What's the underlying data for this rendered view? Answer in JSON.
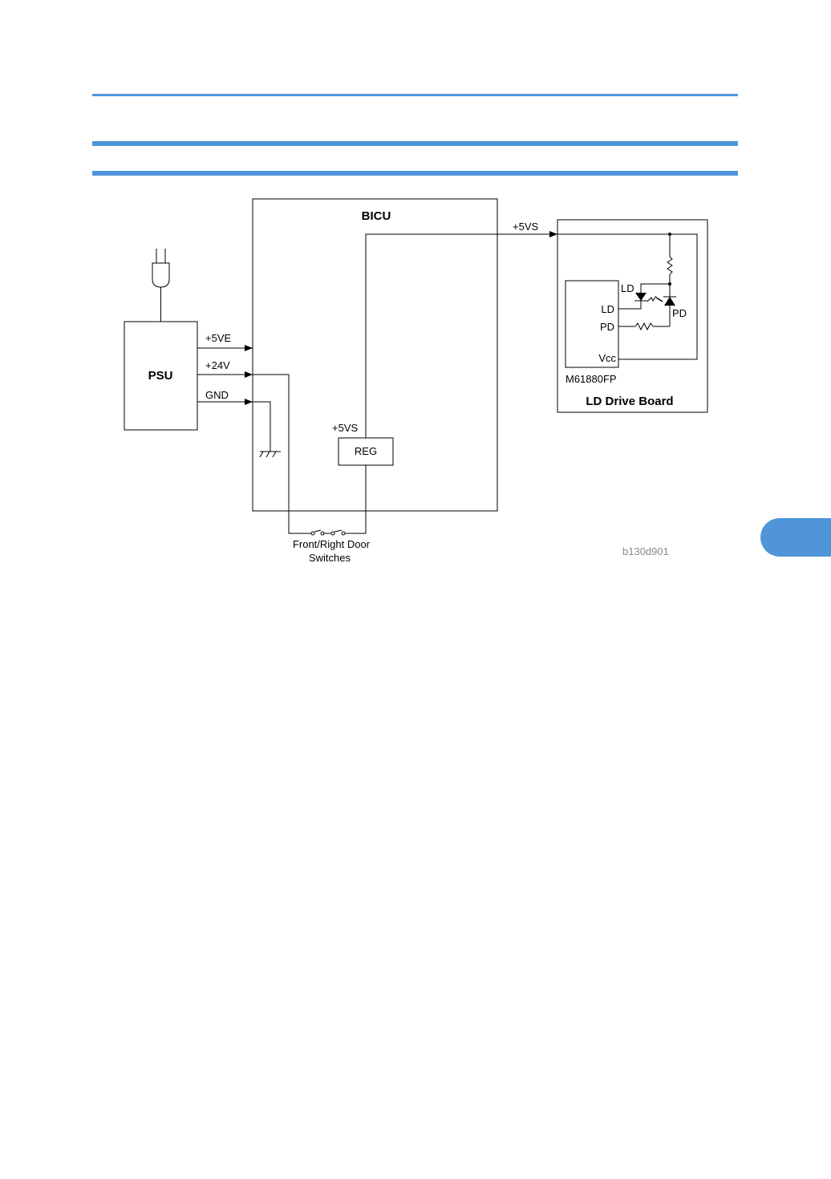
{
  "page": {
    "accent_color": "#4f95d8"
  },
  "diagram": {
    "psu": {
      "title": "PSU",
      "outputs": [
        "+5VE",
        "+24V",
        "GND"
      ]
    },
    "bicu": {
      "title": "BICU",
      "reg_label": "REG",
      "reg_output": "+5VS"
    },
    "line_label": "+5VS",
    "ld_drive_board": {
      "title": "LD Drive Board",
      "chip": "M61880FP",
      "pins": [
        "LD",
        "PD",
        "Vcc"
      ],
      "laser_diode": "LD",
      "photo_diode": "PD"
    },
    "switches": {
      "line1": "Front/Right Door",
      "line2": "Switches"
    },
    "figure_id": "b130d901"
  }
}
